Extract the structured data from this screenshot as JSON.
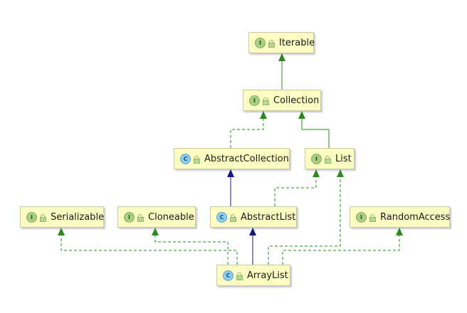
{
  "colors": {
    "implements_edge": "#2a8a1e",
    "extends_edge": "#15157f",
    "node_fill": "#fdfdc3",
    "node_border": "#c9c9a3"
  },
  "nodes": [
    {
      "id": "Iterable",
      "label": "Iterable",
      "kind": "interface",
      "badge": "I"
    },
    {
      "id": "Collection",
      "label": "Collection",
      "kind": "interface",
      "badge": "I"
    },
    {
      "id": "AbstractCollection",
      "label": "AbstractCollection",
      "kind": "class",
      "badge": "C"
    },
    {
      "id": "List",
      "label": "List",
      "kind": "interface",
      "badge": "I"
    },
    {
      "id": "Serializable",
      "label": "Serializable",
      "kind": "interface",
      "badge": "I"
    },
    {
      "id": "Cloneable",
      "label": "Cloneable",
      "kind": "interface",
      "badge": "I"
    },
    {
      "id": "AbstractList",
      "label": "AbstractList",
      "kind": "class",
      "badge": "C"
    },
    {
      "id": "RandomAccess",
      "label": "RandomAccess",
      "kind": "interface",
      "badge": "I"
    },
    {
      "id": "ArrayList",
      "label": "ArrayList",
      "kind": "class",
      "badge": "C"
    }
  ],
  "edges": [
    {
      "from": "Collection",
      "to": "Iterable",
      "type": "extends-interface"
    },
    {
      "from": "AbstractCollection",
      "to": "Collection",
      "type": "implements"
    },
    {
      "from": "List",
      "to": "Collection",
      "type": "extends-interface"
    },
    {
      "from": "AbstractList",
      "to": "AbstractCollection",
      "type": "extends"
    },
    {
      "from": "AbstractList",
      "to": "List",
      "type": "implements"
    },
    {
      "from": "ArrayList",
      "to": "AbstractList",
      "type": "extends"
    },
    {
      "from": "ArrayList",
      "to": "List",
      "type": "implements"
    },
    {
      "from": "ArrayList",
      "to": "Serializable",
      "type": "implements"
    },
    {
      "from": "ArrayList",
      "to": "Cloneable",
      "type": "implements"
    },
    {
      "from": "ArrayList",
      "to": "RandomAccess",
      "type": "implements"
    }
  ]
}
